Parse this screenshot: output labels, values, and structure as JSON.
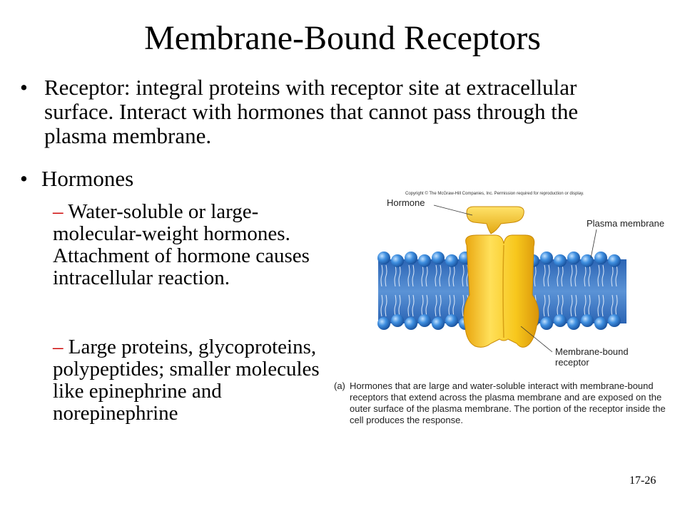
{
  "slide": {
    "title": "Membrane-Bound Receptors",
    "bullet_char": "•",
    "dash_char": "–",
    "bullets": [
      {
        "text": "Receptor: integral proteins with receptor site at extracellular surface. Interact with hormones that cannot pass through the plasma membrane."
      },
      {
        "text": "Hormones"
      }
    ],
    "sub_bullets": [
      {
        "text": " Water-soluble or large-molecular-weight hormones. Attachment of hormone causes intracellular reaction."
      },
      {
        "text": " Large proteins, glycoproteins, polypeptides; smaller molecules like epinephrine and norepinephrine"
      }
    ],
    "slide_number": "17-26"
  },
  "figure": {
    "copyright": "Copyright © The McGraw-Hill Companies, Inc. Permission required for reproduction or display.",
    "labels": {
      "hormone": "Hormone",
      "plasma_membrane": "Plasma membrane",
      "receptor": "Membrane-bound receptor"
    },
    "caption_letter": "(a)",
    "caption": "Hormones that are large and water-soluble interact with membrane-bound receptors that extend across the plasma membrane and are exposed on the outer surface of the plasma membrane. The portion of the receptor inside the cell produces the response.",
    "colors": {
      "phospholipid_head": "#2f7fd6",
      "membrane_core": "#2d68b8",
      "receptor": "#f5c51e",
      "hormone": "#f0c12a"
    }
  }
}
